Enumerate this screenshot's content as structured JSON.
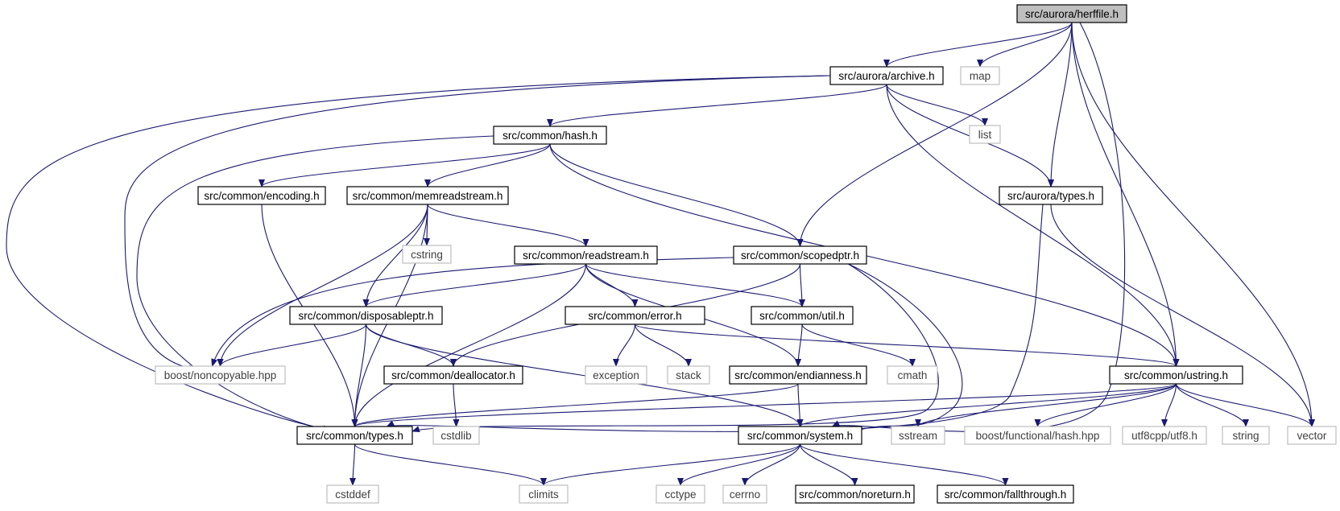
{
  "colors": {
    "edge": "#191970",
    "node_border": "#000000",
    "external_border": "#bfbfbf",
    "external_text": "#404040",
    "root_fill": "#bfbfbf",
    "node_fill": "#ffffff"
  },
  "nodes": [
    {
      "id": "herffile",
      "label": "src/aurora/herffile.h",
      "kind": "root"
    },
    {
      "id": "archive",
      "label": "src/aurora/archive.h",
      "kind": "file"
    },
    {
      "id": "map",
      "label": "map",
      "kind": "external"
    },
    {
      "id": "list",
      "label": "list",
      "kind": "external"
    },
    {
      "id": "hash",
      "label": "src/common/hash.h",
      "kind": "file"
    },
    {
      "id": "encoding",
      "label": "src/common/encoding.h",
      "kind": "file"
    },
    {
      "id": "memreadstream",
      "label": "src/common/memreadstream.h",
      "kind": "file"
    },
    {
      "id": "auroratypes",
      "label": "src/aurora/types.h",
      "kind": "file"
    },
    {
      "id": "cstring",
      "label": "cstring",
      "kind": "external"
    },
    {
      "id": "readstream",
      "label": "src/common/readstream.h",
      "kind": "file"
    },
    {
      "id": "scopedptr",
      "label": "src/common/scopedptr.h",
      "kind": "file"
    },
    {
      "id": "disposableptr",
      "label": "src/common/disposableptr.h",
      "kind": "file"
    },
    {
      "id": "error",
      "label": "src/common/error.h",
      "kind": "file"
    },
    {
      "id": "util",
      "label": "src/common/util.h",
      "kind": "file"
    },
    {
      "id": "noncopyable",
      "label": "boost/noncopyable.hpp",
      "kind": "external"
    },
    {
      "id": "deallocator",
      "label": "src/common/deallocator.h",
      "kind": "file"
    },
    {
      "id": "exception",
      "label": "exception",
      "kind": "external"
    },
    {
      "id": "stack",
      "label": "stack",
      "kind": "external"
    },
    {
      "id": "endianness",
      "label": "src/common/endianness.h",
      "kind": "file"
    },
    {
      "id": "cmath",
      "label": "cmath",
      "kind": "external"
    },
    {
      "id": "ustring",
      "label": "src/common/ustring.h",
      "kind": "file"
    },
    {
      "id": "commontypes",
      "label": "src/common/types.h",
      "kind": "file"
    },
    {
      "id": "cstdlib",
      "label": "cstdlib",
      "kind": "external"
    },
    {
      "id": "system",
      "label": "src/common/system.h",
      "kind": "file"
    },
    {
      "id": "sstream",
      "label": "sstream",
      "kind": "external"
    },
    {
      "id": "boosthash",
      "label": "boost/functional/hash.hpp",
      "kind": "external"
    },
    {
      "id": "utf8",
      "label": "utf8cpp/utf8.h",
      "kind": "external"
    },
    {
      "id": "string",
      "label": "string",
      "kind": "external"
    },
    {
      "id": "vector",
      "label": "vector",
      "kind": "external"
    },
    {
      "id": "cstddef",
      "label": "cstddef",
      "kind": "external"
    },
    {
      "id": "climits",
      "label": "climits",
      "kind": "external"
    },
    {
      "id": "cctype",
      "label": "cctype",
      "kind": "external"
    },
    {
      "id": "cerrno",
      "label": "cerrno",
      "kind": "external"
    },
    {
      "id": "noreturn",
      "label": "src/common/noreturn.h",
      "kind": "file"
    },
    {
      "id": "fallthrough",
      "label": "src/common/fallthrough.h",
      "kind": "file"
    }
  ],
  "edges": [
    {
      "from": "herffile",
      "to": "archive"
    },
    {
      "from": "herffile",
      "to": "map"
    },
    {
      "from": "herffile",
      "to": "auroratypes"
    },
    {
      "from": "herffile",
      "to": "scopedptr"
    },
    {
      "from": "herffile",
      "to": "system"
    },
    {
      "from": "herffile",
      "to": "ustring"
    },
    {
      "from": "herffile",
      "to": "vector"
    },
    {
      "from": "archive",
      "to": "list"
    },
    {
      "from": "archive",
      "to": "hash"
    },
    {
      "from": "archive",
      "to": "auroratypes"
    },
    {
      "from": "archive",
      "to": "ustring"
    },
    {
      "from": "archive",
      "to": "noncopyable"
    },
    {
      "from": "archive",
      "to": "commontypes"
    },
    {
      "from": "hash",
      "to": "encoding"
    },
    {
      "from": "hash",
      "to": "memreadstream"
    },
    {
      "from": "hash",
      "to": "scopedptr"
    },
    {
      "from": "hash",
      "to": "ustring"
    },
    {
      "from": "hash",
      "to": "commontypes"
    },
    {
      "from": "encoding",
      "to": "commontypes"
    },
    {
      "from": "memreadstream",
      "to": "cstring"
    },
    {
      "from": "memreadstream",
      "to": "readstream"
    },
    {
      "from": "memreadstream",
      "to": "disposableptr"
    },
    {
      "from": "memreadstream",
      "to": "noncopyable"
    },
    {
      "from": "memreadstream",
      "to": "commontypes"
    },
    {
      "from": "readstream",
      "to": "disposableptr"
    },
    {
      "from": "readstream",
      "to": "error"
    },
    {
      "from": "readstream",
      "to": "util"
    },
    {
      "from": "readstream",
      "to": "endianness"
    },
    {
      "from": "readstream",
      "to": "commontypes"
    },
    {
      "from": "scopedptr",
      "to": "util"
    },
    {
      "from": "scopedptr",
      "to": "deallocator"
    },
    {
      "from": "scopedptr",
      "to": "noncopyable"
    },
    {
      "from": "scopedptr",
      "to": "commontypes"
    },
    {
      "from": "scopedptr",
      "to": "system"
    },
    {
      "from": "disposableptr",
      "to": "noncopyable"
    },
    {
      "from": "disposableptr",
      "to": "deallocator"
    },
    {
      "from": "disposableptr",
      "to": "commontypes"
    },
    {
      "from": "disposableptr",
      "to": "system"
    },
    {
      "from": "error",
      "to": "exception"
    },
    {
      "from": "error",
      "to": "stack"
    },
    {
      "from": "error",
      "to": "ustring"
    },
    {
      "from": "util",
      "to": "endianness"
    },
    {
      "from": "util",
      "to": "cmath"
    },
    {
      "from": "deallocator",
      "to": "cstdlib"
    },
    {
      "from": "endianness",
      "to": "commontypes"
    },
    {
      "from": "endianness",
      "to": "system"
    },
    {
      "from": "auroratypes",
      "to": "commontypes"
    },
    {
      "from": "auroratypes",
      "to": "vector"
    },
    {
      "from": "ustring",
      "to": "commontypes"
    },
    {
      "from": "ustring",
      "to": "system"
    },
    {
      "from": "ustring",
      "to": "sstream"
    },
    {
      "from": "ustring",
      "to": "boosthash"
    },
    {
      "from": "ustring",
      "to": "utf8"
    },
    {
      "from": "ustring",
      "to": "string"
    },
    {
      "from": "ustring",
      "to": "vector"
    },
    {
      "from": "commontypes",
      "to": "cstddef"
    },
    {
      "from": "commontypes",
      "to": "climits"
    },
    {
      "from": "system",
      "to": "climits"
    },
    {
      "from": "system",
      "to": "cctype"
    },
    {
      "from": "system",
      "to": "cerrno"
    },
    {
      "from": "system",
      "to": "noreturn"
    },
    {
      "from": "system",
      "to": "fallthrough"
    }
  ]
}
